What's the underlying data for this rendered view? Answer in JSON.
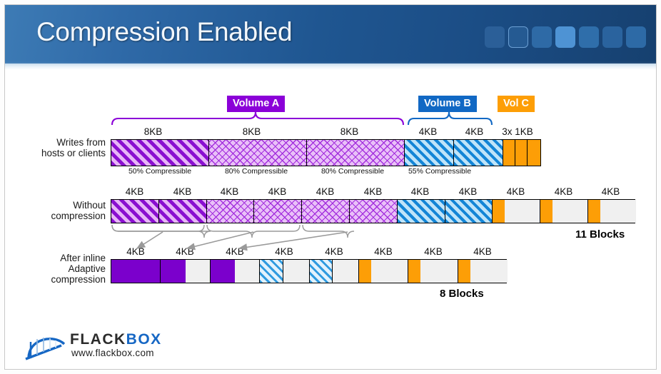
{
  "header": {
    "title": "Compression Enabled",
    "deco_squares": [
      "#2b5f98",
      "#255a92",
      "#2e6aa6",
      "#4e93d4",
      "#2f6eaa",
      "#2a639e",
      "#2d6aa6"
    ]
  },
  "colors": {
    "purple": "#7B00CC",
    "purple_tag": "#8B00D8",
    "blue": "#1168C4",
    "orange": "#FD9E06",
    "brace_purple": "#8B00D8",
    "brace_blue": "#1168C4",
    "brace_gray": "#9a9a9a"
  },
  "volumes": [
    {
      "name": "volume-a",
      "label": "Volume A",
      "color": "#8B00D8"
    },
    {
      "name": "volume-b",
      "label": "Volume B",
      "color": "#1168C4"
    },
    {
      "name": "volume-c",
      "label": "Vol C",
      "color": "#FD9E06"
    }
  ],
  "rows": [
    {
      "name": "writes-row",
      "label_line1": "Writes from",
      "label_line2": "hosts or clients",
      "size_labels": [
        "8KB",
        "8KB",
        "8KB",
        "4KB",
        "4KB",
        "3x 1KB"
      ],
      "compressibility": [
        "50% Compressible",
        "80% Compressible",
        "80% Compressible",
        "55% Compressible"
      ],
      "segments": [
        {
          "label": "8KB",
          "fill": "p-diag-purple",
          "volume": "Volume A"
        },
        {
          "label": "8KB",
          "fill": "p-cross-purple",
          "volume": "Volume A"
        },
        {
          "label": "8KB",
          "fill": "p-cross-purple",
          "volume": "Volume A"
        },
        {
          "label": "4KB",
          "fill": "p-diag-blue",
          "volume": "Volume B"
        },
        {
          "label": "4KB",
          "fill": "p-diag-blue",
          "volume": "Volume B"
        },
        {
          "label": "1KB",
          "fill": "f-orange",
          "volume": "Vol C"
        },
        {
          "label": "1KB",
          "fill": "f-orange",
          "volume": "Vol C"
        },
        {
          "label": "1KB",
          "fill": "f-orange",
          "volume": "Vol C"
        }
      ]
    },
    {
      "name": "without-compression-row",
      "label_line1": "Without",
      "label_line2": "compression",
      "block_label": "4KB",
      "block_count": 11,
      "blocks_text": "11 Blocks",
      "blocks": [
        {
          "fill": "p-diag-purple",
          "used": 100
        },
        {
          "fill": "p-diag-purple",
          "used": 100
        },
        {
          "fill": "p-cross-purple",
          "used": 100
        },
        {
          "fill": "p-cross-purple",
          "used": 100
        },
        {
          "fill": "p-cross-purple",
          "used": 100
        },
        {
          "fill": "p-cross-purple",
          "used": 100
        },
        {
          "fill": "p-diag-blue",
          "used": 100
        },
        {
          "fill": "p-diag-blue",
          "used": 100
        },
        {
          "fill": "f-orange",
          "used": 25
        },
        {
          "fill": "f-orange",
          "used": 25
        },
        {
          "fill": "f-orange",
          "used": 25
        }
      ]
    },
    {
      "name": "after-compression-row",
      "label_line1": "After inline",
      "label_line2": "Adaptive",
      "label_line3": "compression",
      "block_label": "4KB",
      "block_count": 8,
      "blocks_text": "8 Blocks",
      "blocks": [
        {
          "fill": "f-purple",
          "used": 100
        },
        {
          "fill": "f-purple",
          "used": 50
        },
        {
          "fill": "f-purple",
          "used": 50
        },
        {
          "fill": "p-diag-blue-lite",
          "used": 45
        },
        {
          "fill": "p-diag-blue-lite",
          "used": 45
        },
        {
          "fill": "f-orange",
          "used": 25
        },
        {
          "fill": "f-orange",
          "used": 25
        },
        {
          "fill": "f-orange",
          "used": 25
        }
      ]
    }
  ],
  "logo": {
    "name_part1": "FLACK",
    "name_part2": "BOX",
    "url": "www.flackbox.com"
  }
}
